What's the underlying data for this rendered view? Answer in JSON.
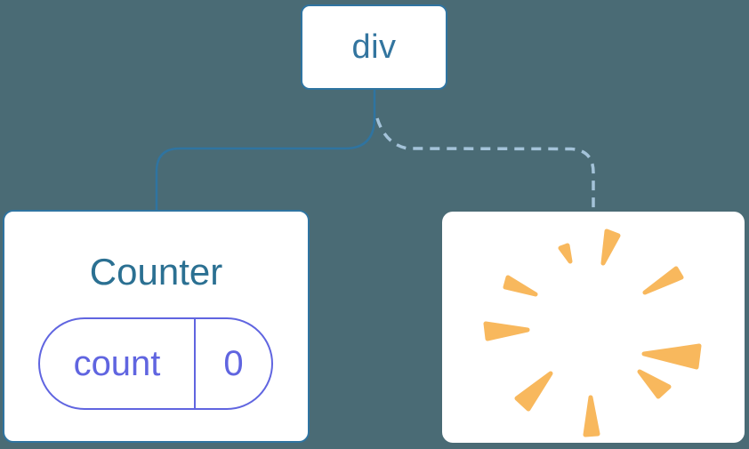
{
  "diagram": {
    "description": "component tree with removed subtree",
    "root_node": {
      "label": "div"
    },
    "counter_node": {
      "title": "Counter",
      "state_pill": {
        "key": "count",
        "value": "0"
      },
      "connection_style": "solid"
    },
    "removed_node": {
      "icon": "poof-icon",
      "connection_style": "dashed"
    }
  },
  "colors": {
    "background": "#4a6b75",
    "node_fill": "#ffffff",
    "node_border": "#2f74a1",
    "root_label_text": "#33759f",
    "counter_title_text": "#2b7092",
    "state_pill_accent": "#6065e0",
    "solid_connector": "#2f74a1",
    "dashed_connector": "#a4c3d9",
    "poof_orange": "#f8b85d"
  }
}
